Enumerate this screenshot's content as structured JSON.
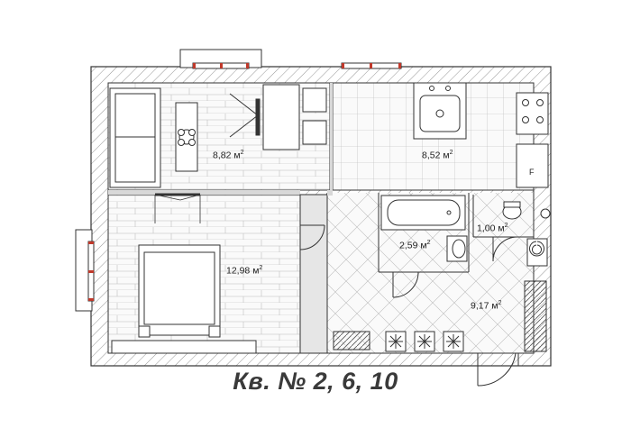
{
  "caption": "Кв. № 2, 6, 10",
  "rooms": {
    "living_room": {
      "area": "8,82",
      "unit": "м",
      "unit_sup": "2"
    },
    "kitchen": {
      "area": "8,52",
      "unit": "м",
      "unit_sup": "2"
    },
    "bedroom": {
      "area": "12,98",
      "unit": "м",
      "unit_sup": "2"
    },
    "bathroom": {
      "area": "2,59",
      "unit": "м",
      "unit_sup": "2"
    },
    "toilet": {
      "area": "1,00",
      "unit": "м",
      "unit_sup": "2"
    },
    "hallway": {
      "area": "9,17",
      "unit": "м",
      "unit_sup": "2"
    }
  },
  "fridge_label": "F"
}
